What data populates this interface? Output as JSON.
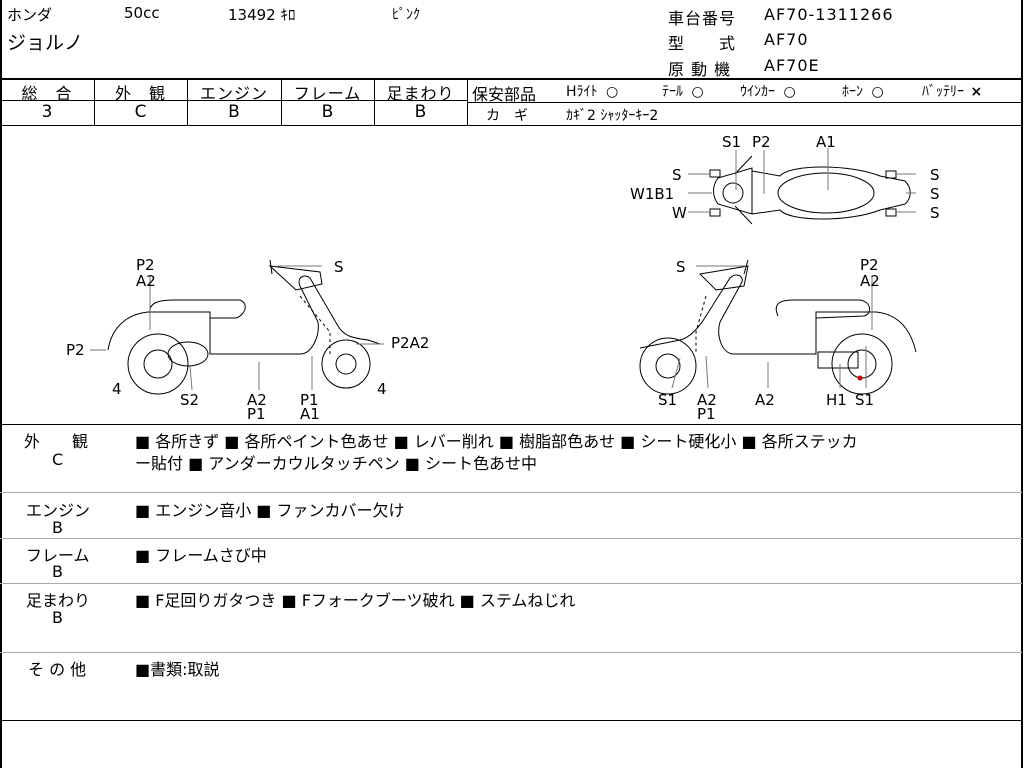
{
  "header": {
    "maker": "ホンダ",
    "displacement": "50cc",
    "mileage": "13492 ｷﾛ",
    "color": "ﾋﾟﾝｸ",
    "model_name": "ジョルノ",
    "frame_number_label": "車台番号",
    "frame_number": "AF70-1311266",
    "type_label": "型　　式",
    "type_value": "AF70",
    "engine_label": "原 動 機",
    "engine_value": "AF70E"
  },
  "grades": [
    {
      "label": "総　合",
      "value": "3"
    },
    {
      "label": "外　観",
      "value": "C"
    },
    {
      "label": "エンジン",
      "value": "B"
    },
    {
      "label": "フレーム",
      "value": "B"
    },
    {
      "label": "足まわり",
      "value": "B"
    }
  ],
  "safety": {
    "label": "保安部品",
    "items": [
      {
        "name": "Hﾗｲﾄ",
        "mark": "○"
      },
      {
        "name": "ﾃｰﾙ",
        "mark": "○"
      },
      {
        "name": "ｳｲﾝｶｰ",
        "mark": "○"
      },
      {
        "name": "ﾎｰﾝ",
        "mark": "○"
      },
      {
        "name": "ﾊﾞｯﾃﾘｰ",
        "mark": "×"
      }
    ],
    "key_label": "カ　ギ",
    "key_value": "ｶｷﾞ2 ｼｬｯﾀｰｷｰ2"
  },
  "diagram_labels": {
    "top": [
      "S1",
      "P2",
      "A1",
      "S",
      "S",
      "S",
      "S",
      "S",
      "W1B1",
      "W"
    ],
    "left": [
      "P2",
      "A2",
      "S",
      "P2",
      "P2A2",
      "4",
      "4",
      "S2",
      "A2",
      "P1",
      "P1",
      "A1"
    ],
    "right": [
      "S",
      "P2",
      "A2",
      "S1",
      "A2",
      "P1",
      "A2",
      "H1",
      "S1"
    ]
  },
  "notes": [
    {
      "label": "外　　観",
      "grade": "C",
      "text": "■ 各所きず ■ 各所ペイント色あせ ■ レバー削れ ■ 樹脂部色あせ ■ シート硬化小 ■ 各所ステッカ",
      "text2": "ー貼付 ■ アンダーカウルタッチペン ■ シート色あせ中"
    },
    {
      "label": "エンジン",
      "grade": "B",
      "text": "■ エンジン音小 ■ ファンカバー欠け",
      "text2": ""
    },
    {
      "label": "フレーム",
      "grade": "B",
      "text": "■ フレームさび中",
      "text2": ""
    },
    {
      "label": "足まわり",
      "grade": "B",
      "text": "■ F足回りガタつき ■ Fフォークブーツ破れ ■ ステムねじれ",
      "text2": ""
    },
    {
      "label": "そ の 他",
      "grade": "",
      "text": "■書類:取説",
      "text2": ""
    }
  ],
  "colors": {
    "line": "#000000",
    "faint": "#999999",
    "marker": "#cc0000"
  }
}
